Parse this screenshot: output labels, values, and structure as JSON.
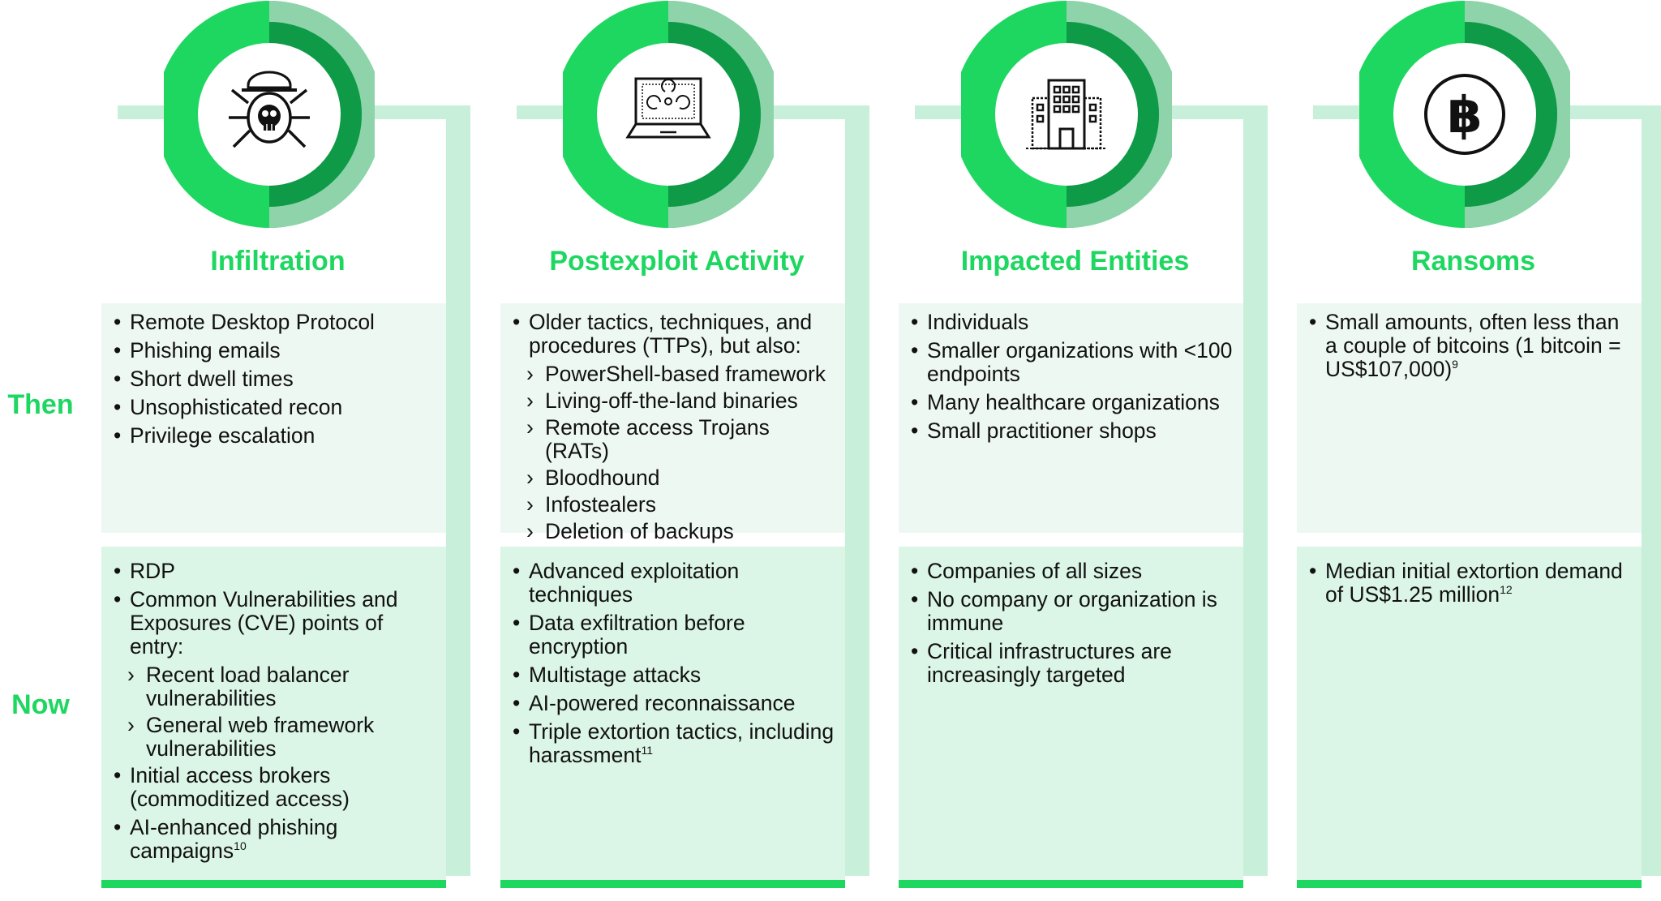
{
  "row_labels": {
    "then": "Then",
    "now": "Now"
  },
  "colors": {
    "accent": "#1ed760",
    "ring_dark": "#0e9a47",
    "ring_light": "#8fd3ab",
    "then_bg": "#eef8f2",
    "now_bg": "#dbf5e6"
  },
  "columns": [
    {
      "title": "Infiltration",
      "icon": "bug-skull-icon",
      "then": [
        {
          "text": "Remote Desktop Protocol"
        },
        {
          "text": "Phishing emails"
        },
        {
          "text": "Short dwell times"
        },
        {
          "text": "Unsophisticated recon"
        },
        {
          "text": "Privilege escalation"
        }
      ],
      "now": [
        {
          "text": "RDP"
        },
        {
          "text": "Common Vulnerabilities and Exposures (CVE) points of entry:"
        },
        {
          "text": "Recent load balancer vulnerabilities",
          "sub": true
        },
        {
          "text": "General web framework vulnerabilities",
          "sub": true
        },
        {
          "text": "Initial access brokers (commoditized access)"
        },
        {
          "text": "AI-enhanced phishing campaigns",
          "sup": "10"
        }
      ]
    },
    {
      "title": "Postexploit Activity",
      "icon": "biohazard-laptop-icon",
      "then": [
        {
          "text": "Older tactics, techniques, and procedures (TTPs), but also:"
        },
        {
          "text": "PowerShell-based framework",
          "sub": true
        },
        {
          "text": "Living-off-the-land binaries",
          "sub": true
        },
        {
          "text": "Remote access Trojans (RATs)",
          "sub": true
        },
        {
          "text": "Bloodhound",
          "sub": true
        },
        {
          "text": "Infostealers",
          "sub": true
        },
        {
          "text": "Deletion of backups",
          "sub": true
        }
      ],
      "now": [
        {
          "text": "Advanced exploitation techniques"
        },
        {
          "text": "Data exfiltration before encryption"
        },
        {
          "text": "Multistage attacks"
        },
        {
          "text": "AI-powered reconnaissance"
        },
        {
          "text": "Triple extortion tactics, including harassment",
          "sup": "11"
        }
      ]
    },
    {
      "title": "Impacted Entities",
      "icon": "office-building-icon",
      "then": [
        {
          "text": "Individuals"
        },
        {
          "text": "Smaller organizations with <100 endpoints"
        },
        {
          "text": "Many healthcare organizations"
        },
        {
          "text": "Small practitioner shops"
        }
      ],
      "now": [
        {
          "text": "Companies of all sizes"
        },
        {
          "text": "No company or organization is immune"
        },
        {
          "text": "Critical infrastructures are increasingly targeted"
        }
      ]
    },
    {
      "title": "Ransoms",
      "icon": "bitcoin-icon",
      "then": [
        {
          "text": "Small amounts, often less than a couple of bitcoins (1 bitcoin = US$107,000)",
          "sup": "9"
        }
      ],
      "now": [
        {
          "text": "Median initial extortion demand of US$1.25 million",
          "sup": "12"
        }
      ]
    }
  ]
}
